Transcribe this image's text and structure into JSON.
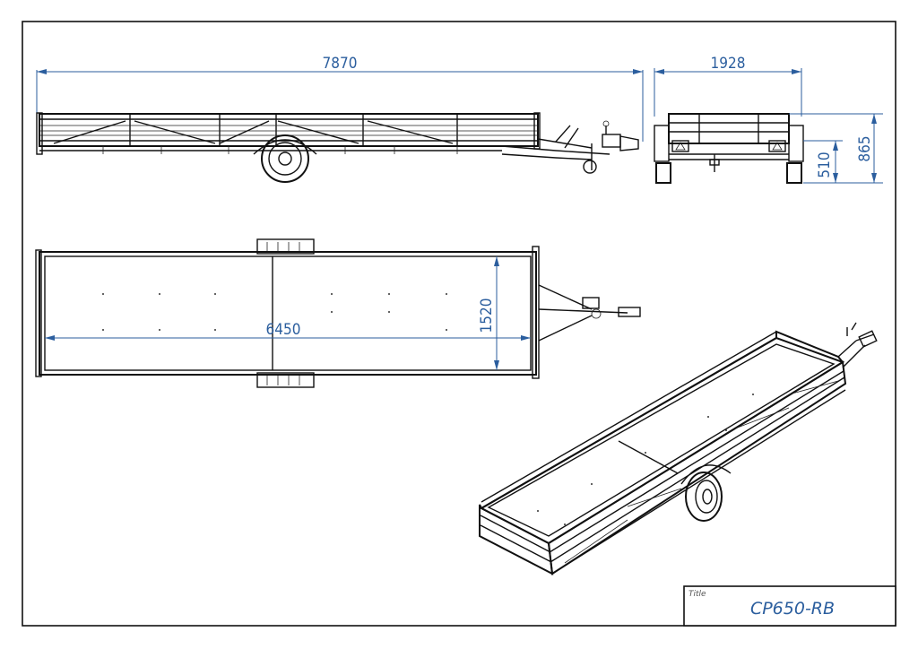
{
  "drawing": {
    "dimensions": {
      "overall_length": "7870",
      "overall_width": "1928",
      "overall_height": "865",
      "deck_height": "510",
      "deck_length": "6450",
      "deck_width": "1520"
    },
    "title_block": {
      "label": "Title",
      "value": "CP650-RB"
    },
    "colors": {
      "dimension": "#2b5e9e",
      "line": "#111111"
    }
  }
}
